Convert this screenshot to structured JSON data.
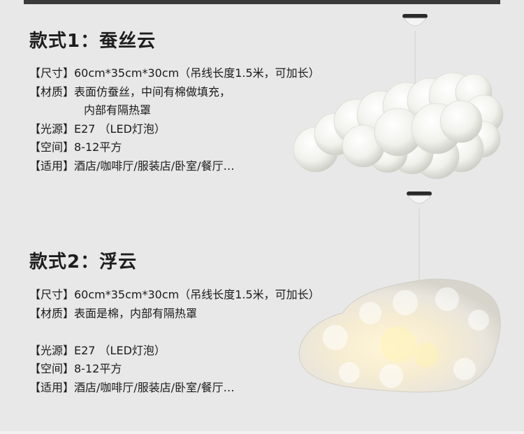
{
  "products": [
    {
      "title": "款式1：蚕丝云",
      "specs": [
        "【尺寸】60cm*35cm*30cm（吊线长度1.5米，可加长）",
        "【材质】表面仿蚕丝，中间有棉做填充，",
        "内部有隔热罩",
        "【光源】E27 （LED灯泡）",
        "【空间】8-12平方",
        "【适用】酒店/咖啡厅/服装店/卧室/餐厅…"
      ],
      "image": "silk-cloud-pendant-lamp"
    },
    {
      "title": "款式2：浮云",
      "specs": [
        "【尺寸】60cm*35cm*30cm（吊线长度1.5米，可加长）",
        "【材质】表面是棉，内部有隔热罩",
        "【光源】E27 （LED灯泡）",
        "【空间】8-12平方",
        "【适用】酒店/咖啡厅/服装店/卧室/餐厅…"
      ],
      "image": "cotton-cloud-pendant-lamp"
    }
  ],
  "colors": {
    "background": "#e8e8e8",
    "text": "#1a1a1a",
    "topbar": "#3a3a3a"
  }
}
